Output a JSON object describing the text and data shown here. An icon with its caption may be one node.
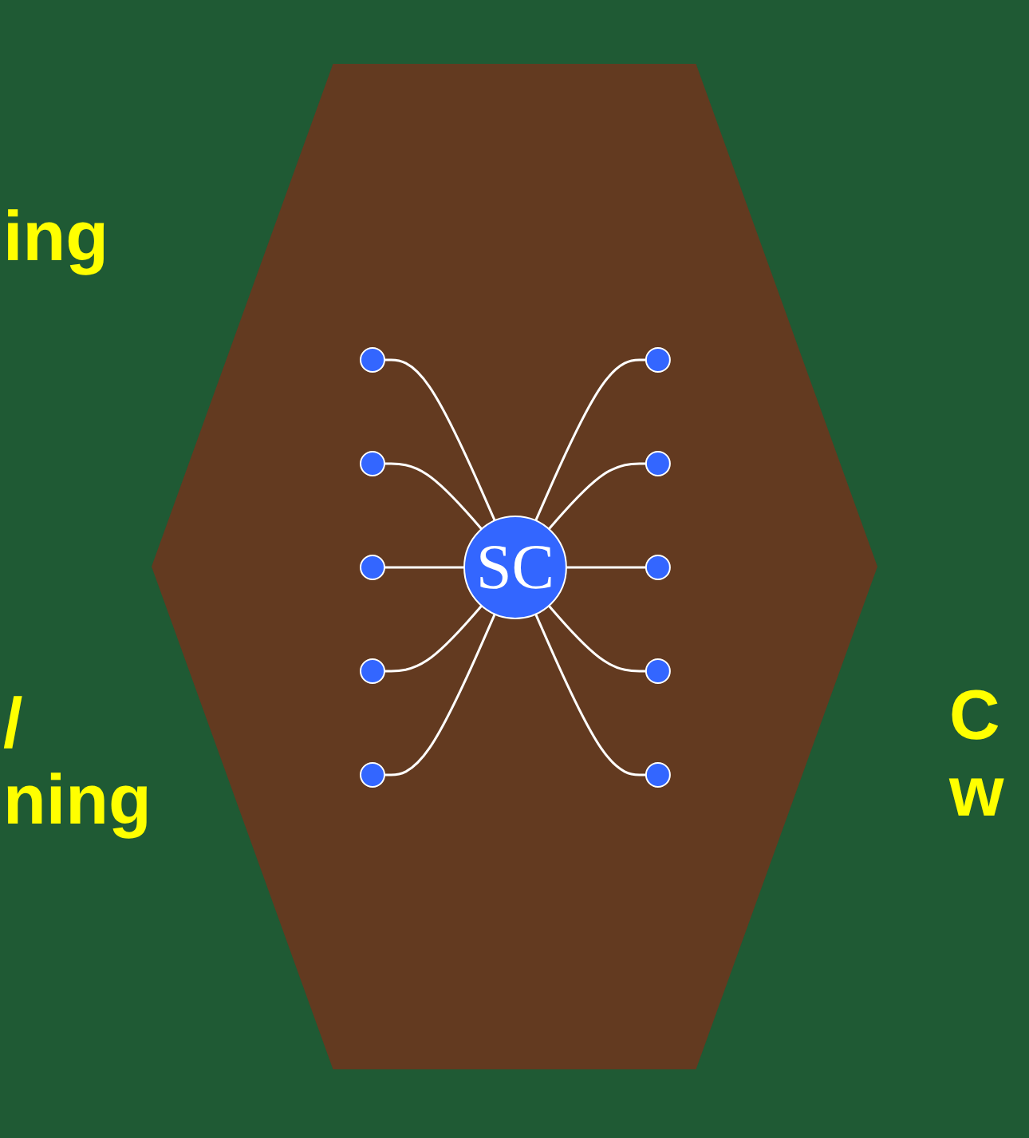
{
  "diagram": {
    "nodes": [
      {
        "text": [
          "SC"
        ]
      },
      {
        "text": [],
        "shape": "circle"
      },
      {
        "text": [],
        "shape": "circle"
      },
      {
        "text": [],
        "shape": "circle"
      },
      {
        "text": [],
        "shape": "circle"
      },
      {
        "text": [],
        "shape": "circle"
      },
      {
        "text": [],
        "shape": "circle"
      },
      {
        "text": [],
        "shape": "circle"
      },
      {
        "text": [],
        "shape": "circle"
      },
      {
        "text": [],
        "shape": "circle"
      },
      {
        "text": [],
        "shape": "circle"
      }
    ],
    "edges": [
      {
        "from": 0,
        "to": 1,
        "arrow": "none"
      },
      {
        "from": 0,
        "to": 2,
        "arrow": "none"
      },
      {
        "from": 0,
        "to": 3,
        "arrow": "none"
      },
      {
        "from": 0,
        "to": 4,
        "arrow": "none"
      },
      {
        "from": 0,
        "to": 5,
        "arrow": "none"
      },
      {
        "from": 0,
        "to": 6,
        "arrow": "none"
      },
      {
        "from": 0,
        "to": 7,
        "arrow": "none"
      },
      {
        "from": 0,
        "to": 8,
        "arrow": "none"
      },
      {
        "from": 0,
        "to": 9,
        "arrow": "none"
      },
      {
        "from": 0,
        "to": 10,
        "arrow": "none"
      }
    ],
    "labels": [
      "ing",
      "/ ning",
      "C w"
    ]
  }
}
